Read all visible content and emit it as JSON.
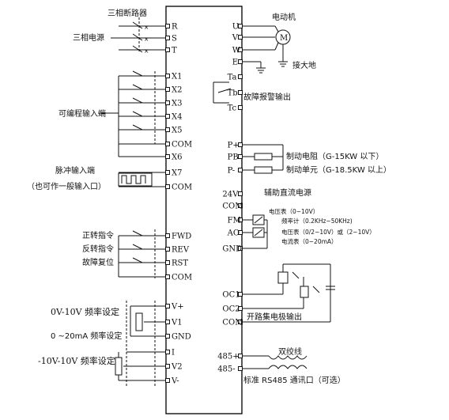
{
  "left_labels": {
    "breaker": "三相断路器",
    "power": "三相电源",
    "prog_input": "可编程输入端",
    "pulse_input": "脉冲输入端",
    "pulse_note": "（也可作一般输入口）",
    "fwd_cmd": "正转指令",
    "rev_cmd": "反转指令",
    "fault_reset": "故障复位",
    "freq_0_10v": "0V-10V 频率设定",
    "freq_0_20ma": "0 ~20mA 频率设定",
    "freq_pm10v": "-10V-10V 频率设定"
  },
  "left_terminals": [
    "R",
    "S",
    "T",
    "X1",
    "X2",
    "X3",
    "X4",
    "X5",
    "COM",
    "X6",
    "X7",
    "COM",
    "FWD",
    "REV",
    "RST",
    "COM",
    "V+",
    "V1",
    "GND",
    "I",
    "V2",
    "V-"
  ],
  "right_terminals": [
    "U",
    "V",
    "W",
    "E",
    "Ta",
    "Tb",
    "Tc",
    "P+",
    "PB",
    "P-",
    "24V",
    "COM",
    "FM",
    "AO",
    "GND",
    "OC1",
    "OC2",
    "COM",
    "485+",
    "485-"
  ],
  "right_labels": {
    "motor": "电动机",
    "motor_symbol": "M",
    "ground": "接大地",
    "fault_alarm": "故障报警输出",
    "brake_resistor": "制动电阻（G-15KW 以下）",
    "brake_unit": "制动单元（G-18.5KW 以上）",
    "aux_dc": "辅助直流电源",
    "voltmeter": "电压表（0~10V）",
    "freq_meter": "频率计（0.2KHz~50KHz)",
    "volt_range": "电压表（0/2~10V）或（2~10V）",
    "ammeter": "电流表（0~20mA）",
    "oc_output": "开路集电极输出",
    "twisted_pair": "双绞线",
    "rs485": "标准 RS485 通讯口（可选）"
  }
}
